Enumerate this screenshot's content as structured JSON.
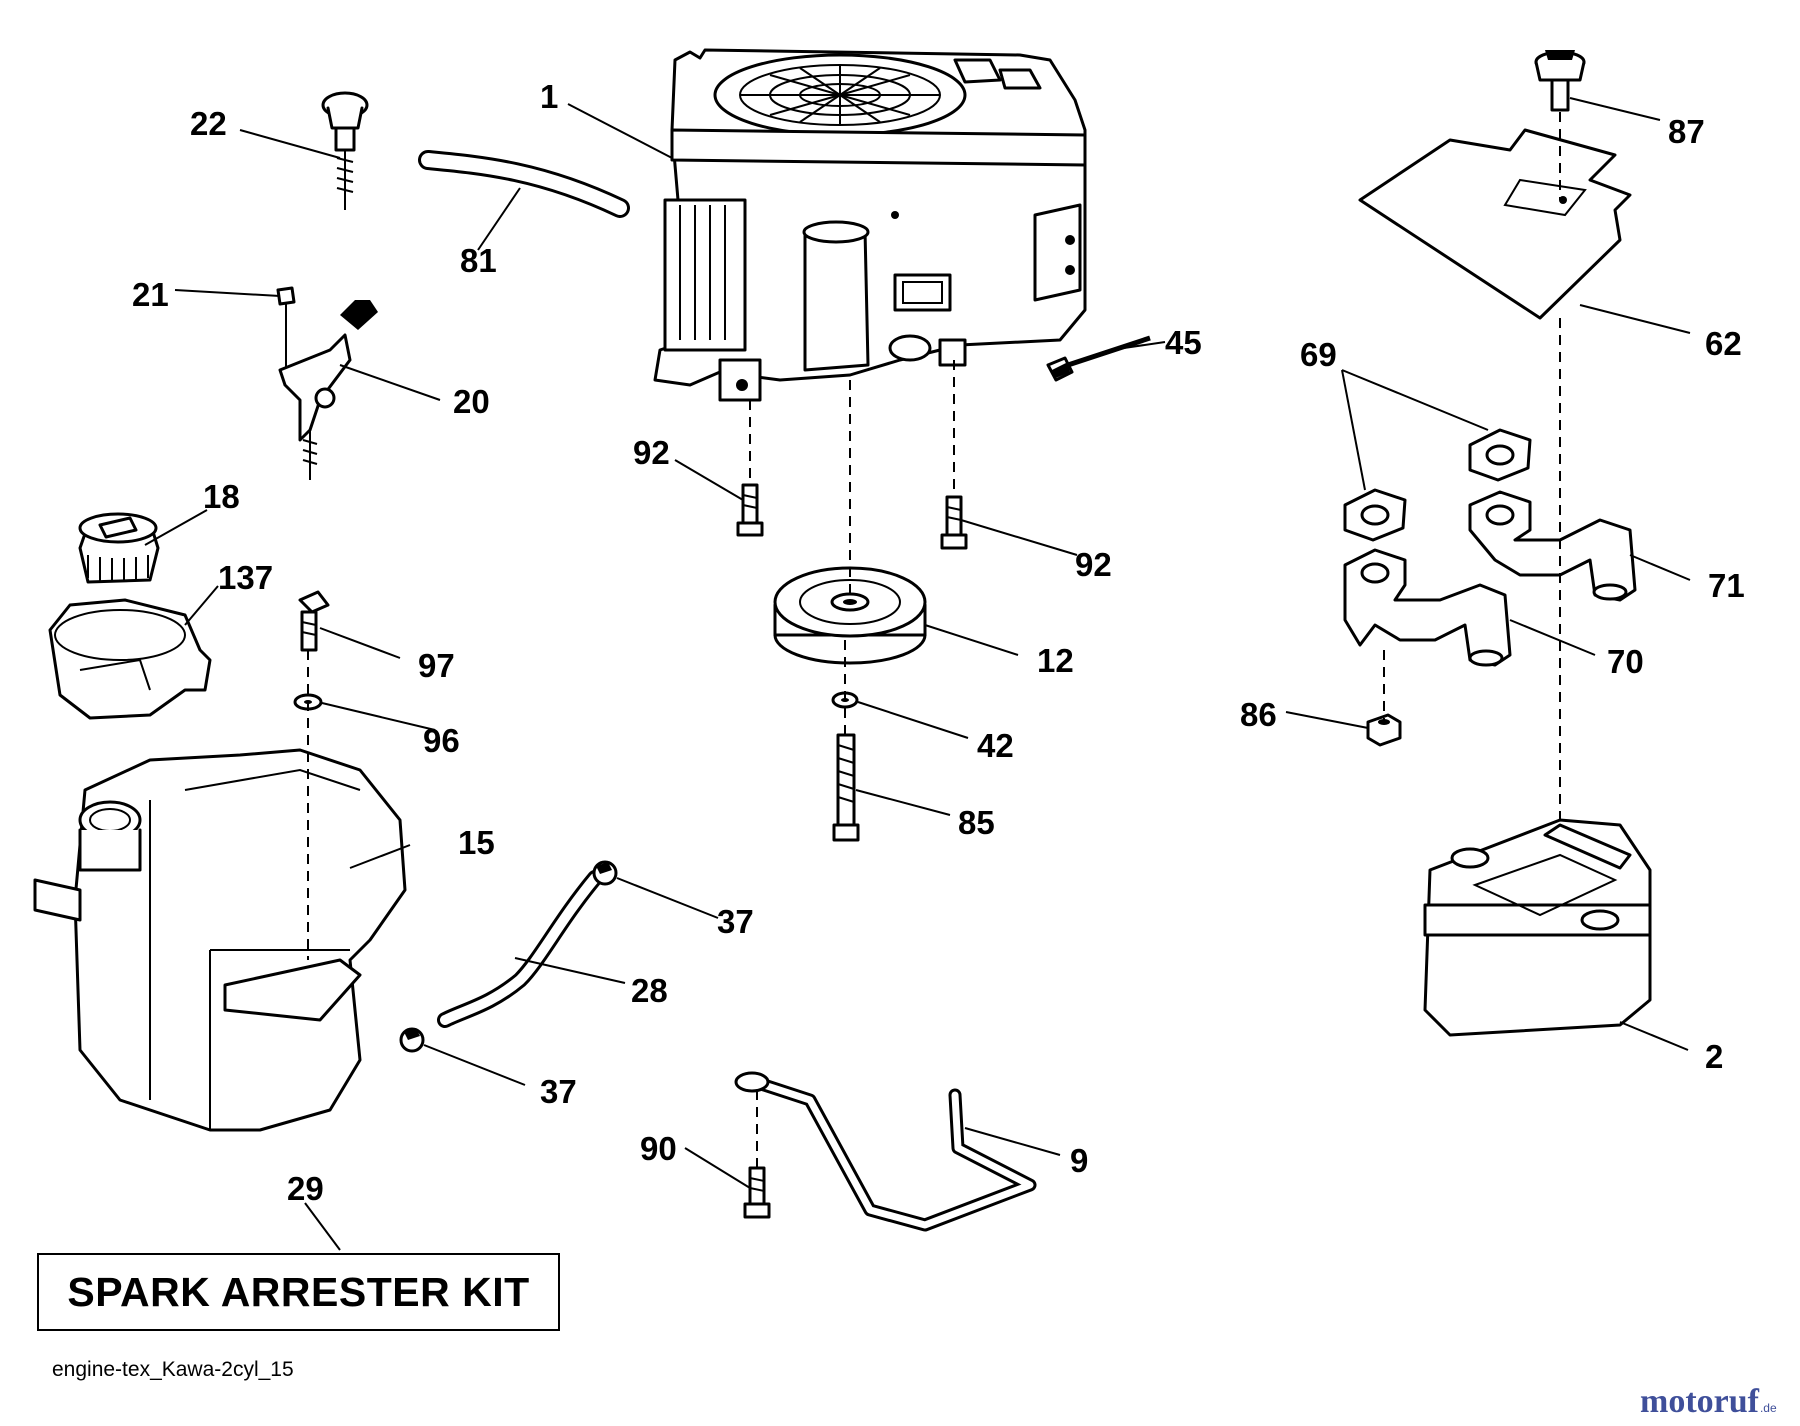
{
  "diagram": {
    "callouts": [
      {
        "id": "c1",
        "label": "1"
      },
      {
        "id": "c22",
        "label": "22"
      },
      {
        "id": "c81",
        "label": "81"
      },
      {
        "id": "c21",
        "label": "21"
      },
      {
        "id": "c20",
        "label": "20"
      },
      {
        "id": "c45",
        "label": "45"
      },
      {
        "id": "c87",
        "label": "87"
      },
      {
        "id": "c62",
        "label": "62"
      },
      {
        "id": "c69",
        "label": "69"
      },
      {
        "id": "c92a",
        "label": "92"
      },
      {
        "id": "c92b",
        "label": "92"
      },
      {
        "id": "c18",
        "label": "18"
      },
      {
        "id": "c137",
        "label": "137"
      },
      {
        "id": "c97",
        "label": "97"
      },
      {
        "id": "c96",
        "label": "96"
      },
      {
        "id": "c12",
        "label": "12"
      },
      {
        "id": "c71",
        "label": "71"
      },
      {
        "id": "c70",
        "label": "70"
      },
      {
        "id": "c86",
        "label": "86"
      },
      {
        "id": "c42",
        "label": "42"
      },
      {
        "id": "c85",
        "label": "85"
      },
      {
        "id": "c15",
        "label": "15"
      },
      {
        "id": "c37a",
        "label": "37"
      },
      {
        "id": "c28",
        "label": "28"
      },
      {
        "id": "c37b",
        "label": "37"
      },
      {
        "id": "c2",
        "label": "2"
      },
      {
        "id": "c90",
        "label": "90"
      },
      {
        "id": "c9",
        "label": "9"
      },
      {
        "id": "c29",
        "label": "29"
      }
    ]
  },
  "kit_label": "SPARK ARRESTER KIT",
  "drawing_id": "engine-tex_Kawa-2cyl_15",
  "watermark": {
    "logo": "motoruf",
    "tld": ".de",
    "color": "#3f4f9a"
  }
}
